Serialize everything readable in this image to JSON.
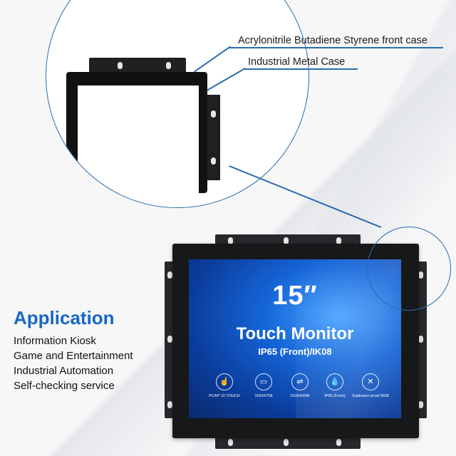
{
  "callouts": {
    "front_case": "Acrylonitrile Butadiene Styrene front case",
    "metal_case": "Industrial Metal Case"
  },
  "screen": {
    "size": "15″",
    "title": "Touch Monitor",
    "subtitle": "IP65 (Front)/IK08",
    "features": [
      {
        "icon": "touch-icon",
        "glyph": "☝",
        "label": "PCAP 10 TOUCH"
      },
      {
        "icon": "ips-icon",
        "glyph": "▭",
        "label": "1024X768"
      },
      {
        "icon": "ports-icon",
        "glyph": "⇌",
        "label": "VGA/HDMI"
      },
      {
        "icon": "water-drop-icon",
        "glyph": "💧",
        "label": "IP65 (Front)"
      },
      {
        "icon": "explosion-proof-icon",
        "glyph": "✕",
        "label": "Explosion-proof IK08"
      }
    ]
  },
  "application": {
    "heading": "Application",
    "items": [
      "Information Kiosk",
      "Game and Entertainment",
      "Industrial Automation",
      "Self-checking service"
    ]
  },
  "colors": {
    "accent": "#1767c5",
    "callout_line": "#2b6cb0",
    "screen_blue": "#1565d8"
  }
}
